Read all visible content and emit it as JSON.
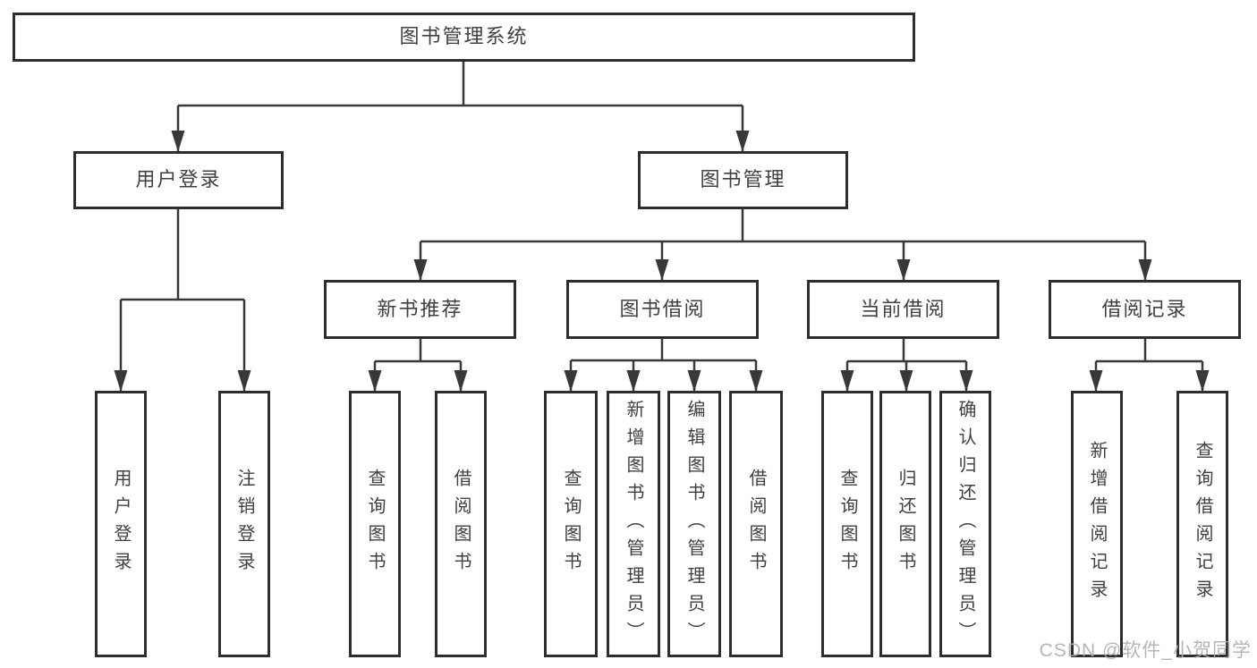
{
  "root": {
    "label": "图书管理系统"
  },
  "level2": {
    "user_login": {
      "label": "用户登录"
    },
    "book_management": {
      "label": "图书管理"
    }
  },
  "level3": {
    "new_book_recommend": {
      "label": "新书推荐"
    },
    "book_borrow": {
      "label": "图书借阅"
    },
    "current_borrow": {
      "label": "当前借阅"
    },
    "borrow_records": {
      "label": "借阅记录"
    }
  },
  "leaves": {
    "user_login": [
      "用户登录",
      "注销登录"
    ],
    "new_book_recommend": [
      "查询图书",
      "借阅图书"
    ],
    "book_borrow": [
      "查询图书",
      "新增图书（管理员）",
      "编辑图书（管理员）",
      "借阅图书"
    ],
    "current_borrow": [
      "查询图书",
      "归还图书",
      "确认归还（管理员）"
    ],
    "borrow_records": [
      "新增借阅记录",
      "查询借阅记录"
    ]
  },
  "watermark": {
    "text": "CSDN @软件_小贺同学"
  },
  "colors": {
    "line": "#383838",
    "border": "#2d2d2d",
    "text": "#404040",
    "watermark": "#acacac",
    "background": "#ffffff"
  }
}
